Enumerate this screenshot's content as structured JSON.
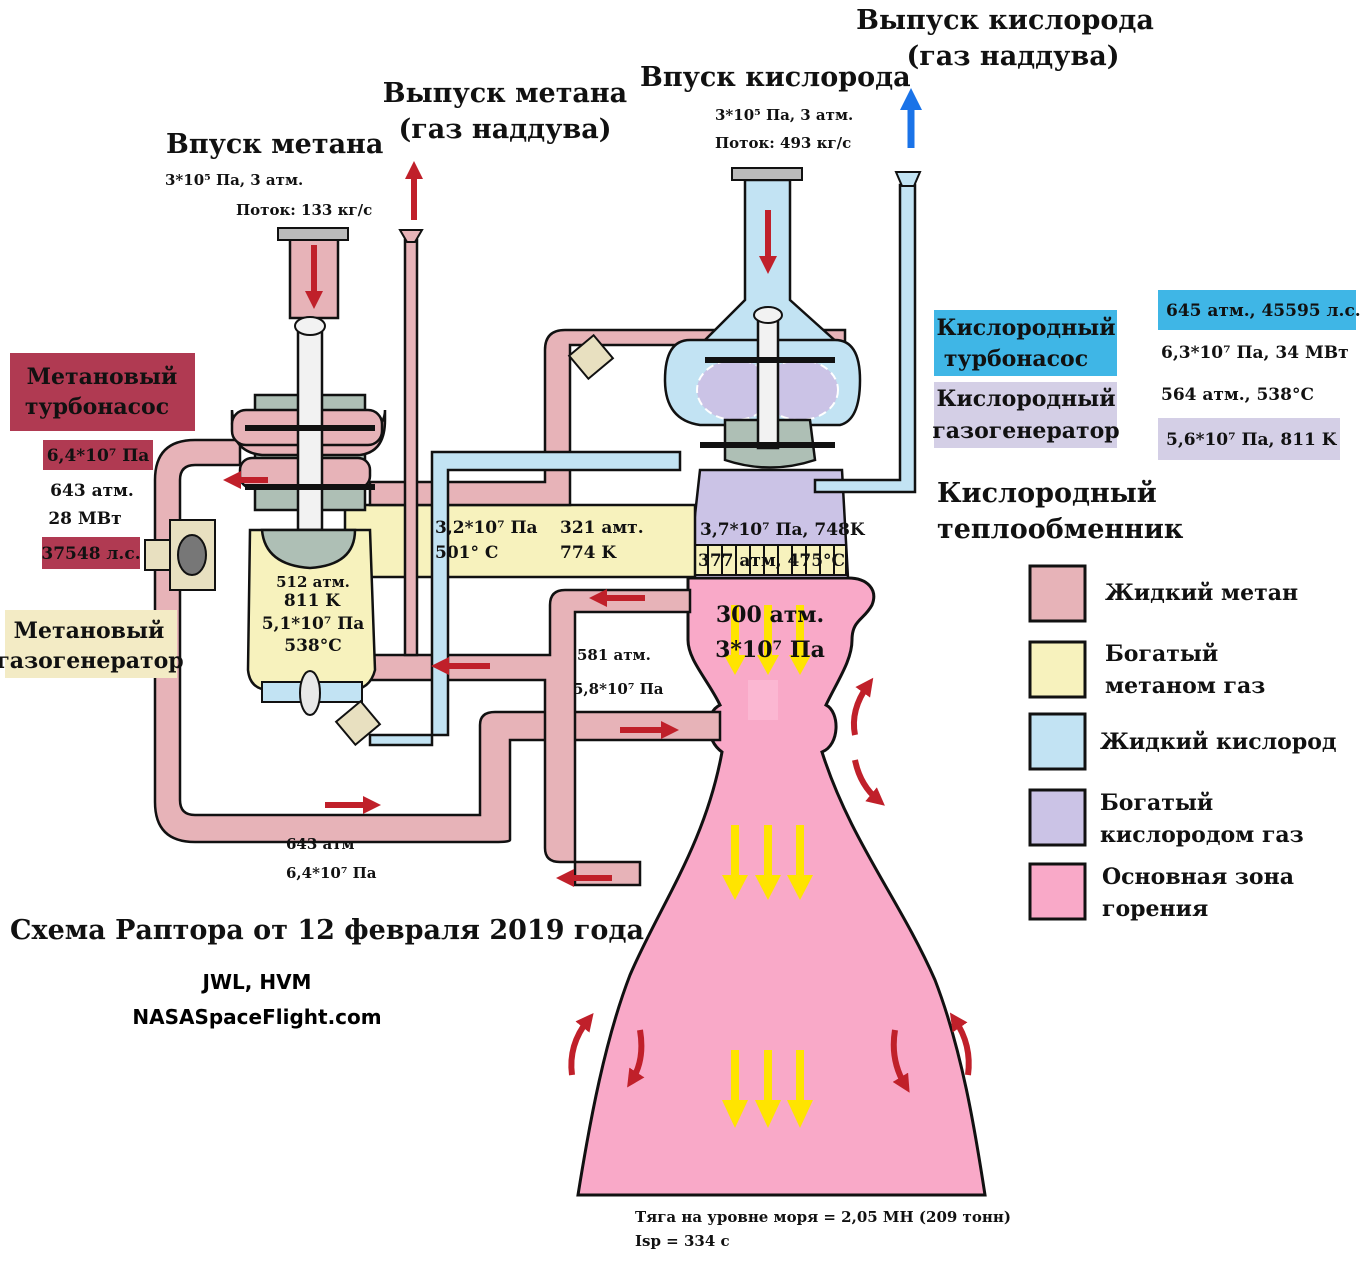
{
  "title": "Схема Раптора от 12 февраля 2019 года",
  "credits": {
    "authors": "JWL, HVM",
    "site": "NASASpaceFlight.com"
  },
  "methane_inlet": {
    "title": "Впуск метана",
    "pressure": "3*10⁵ Па, 3 атм.",
    "flow": "Поток: 133 кг/с"
  },
  "methane_vent": {
    "line1": "Выпуск метана",
    "line2": "(газ наддува)"
  },
  "oxygen_inlet": {
    "title": "Впуск кислорода",
    "pressure": "3*10⁵ Па, 3 атм.",
    "flow": "Поток: 493 кг/с"
  },
  "oxygen_vent": {
    "line1": "Выпуск кислорода",
    "line2": "(газ наддува)"
  },
  "methane_turbopump": {
    "label_line1": "Метановый",
    "label_line2": "турбонасос",
    "pressure_pa": "6,4*10⁷ Па",
    "pressure_atm": "643 атм.",
    "power_mw": "28 МВт",
    "power_hp": "37548 л.с."
  },
  "methane_gas_generator": {
    "label_line1": "Метановый",
    "label_line2": "газогенератор",
    "values": [
      "512 атм.",
      "811 K",
      "5,1*10⁷ Па",
      "538°C"
    ]
  },
  "oxygen_turbopump": {
    "label_line1": "Кислородный",
    "label_line2": "турбонасос",
    "values": [
      "645 атм., 45595 л.с.",
      "6,3*10⁷ Па, 34 МВт"
    ]
  },
  "oxygen_gas_generator": {
    "label_line1": "Кислородный",
    "label_line2": "газогенератор",
    "values": [
      "564 атм., 538°C",
      "5,6*10⁷ Па, 811 K"
    ]
  },
  "oxygen_heat_exchanger": {
    "line1": "Кислородный",
    "line2": "теплообменник"
  },
  "hot_gas_duct": {
    "a1": "3,2*10⁷ Па",
    "a2": "501° C",
    "b1": "321 амт.",
    "b2": "774 K",
    "c1": "3,7*10⁷ Па, 748K",
    "c2": "377  атм, 475°C"
  },
  "chamber": {
    "atm": "300 атм.",
    "pa": "3*10⁷ Па"
  },
  "coolant_inlet": {
    "atm": "581 атм.",
    "pa": "5,8*10⁷ Па"
  },
  "main_methane_line": {
    "atm": "643 атм",
    "pa": "6,4*10⁷ Па"
  },
  "thrust": {
    "line1": "Тяга на уровне моря = 2,05 МН (209 тонн)",
    "line2": "Isp = 334 с"
  },
  "legend": [
    {
      "label_lines": [
        "Жидкий метан"
      ],
      "color": "#e7b3b8"
    },
    {
      "label_lines": [
        "Богатый",
        "метаном газ"
      ],
      "color": "#f7f2bd"
    },
    {
      "label_lines": [
        "Жидкий кислород"
      ],
      "color": "#c2e3f3"
    },
    {
      "label_lines": [
        "Богатый",
        "кислородом газ"
      ],
      "color": "#cbc3e6"
    },
    {
      "label_lines": [
        "Основная зона",
        "горения"
      ],
      "color": "#f9a9c8"
    }
  ],
  "colors": {
    "liquid_methane": "#e7b3b8",
    "methane_rich_gas": "#f7f2bd",
    "liquid_oxygen": "#c2e3f3",
    "oxygen_rich_gas": "#cbc3e6",
    "combustion": "#f9a9c8",
    "methane_label_bg": "#b03a52",
    "oxygen_label_bg": "#3fb6e6",
    "oxygen_gg_label_bg": "#d4cfe6",
    "gg_label_bg": "#f3ebc5",
    "flow_arrow_methane": "#c0202a",
    "flow_arrow_exhaust": "#ffe400",
    "flow_arrow_oxygen": "#1a73e8"
  }
}
